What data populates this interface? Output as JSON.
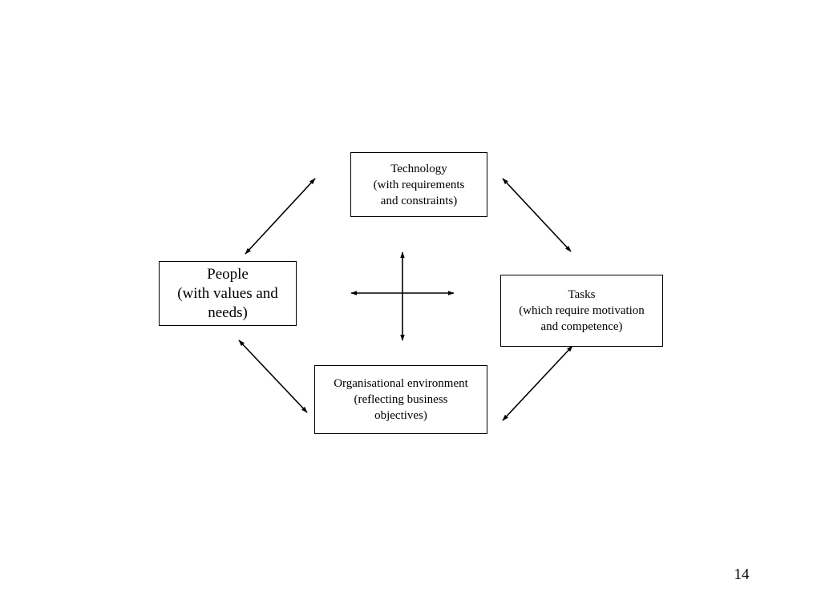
{
  "diagram": {
    "nodes": {
      "technology": {
        "lines": [
          "Technology",
          "(with requirements",
          "and constraints)"
        ]
      },
      "people": {
        "lines": [
          "People",
          "(with values and",
          "needs)"
        ]
      },
      "tasks": {
        "lines": [
          "Tasks",
          "(which require motivation",
          "and competence)"
        ]
      },
      "organisation": {
        "lines": [
          "Organisational environment",
          "(reflecting business",
          "objectives)"
        ]
      }
    },
    "edges": [
      {
        "from": "people",
        "to": "technology",
        "type": "bidirectional"
      },
      {
        "from": "technology",
        "to": "tasks",
        "type": "bidirectional"
      },
      {
        "from": "people",
        "to": "organisation",
        "type": "bidirectional"
      },
      {
        "from": "organisation",
        "to": "tasks",
        "type": "bidirectional"
      },
      {
        "from": "center",
        "to": "all",
        "type": "four-way-cross"
      }
    ]
  },
  "footer": {
    "page_number": "14"
  }
}
